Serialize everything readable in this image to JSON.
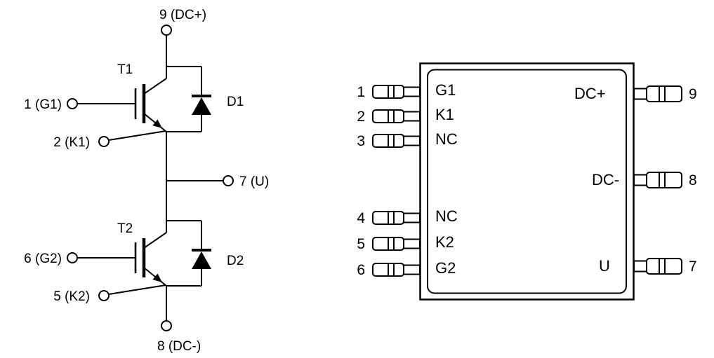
{
  "schematic": {
    "terminals": {
      "dc_plus": "9 (DC+)",
      "gate1": "1 (G1)",
      "kelvin1": "2 (K1)",
      "output": "7 (U)",
      "gate2": "6 (G2)",
      "kelvin2": "5 (K2)",
      "dc_minus": "8 (DC-)"
    },
    "devices": {
      "t1": "T1",
      "d1": "D1",
      "t2": "T2",
      "d2": "D2"
    }
  },
  "package": {
    "left_pins": [
      {
        "number": "1",
        "label": "G1"
      },
      {
        "number": "2",
        "label": "K1"
      },
      {
        "number": "3",
        "label": "NC"
      },
      {
        "number": "4",
        "label": "NC"
      },
      {
        "number": "5",
        "label": "K2"
      },
      {
        "number": "6",
        "label": "G2"
      }
    ],
    "right_pins": [
      {
        "number": "9",
        "label": "DC+"
      },
      {
        "number": "8",
        "label": "DC-"
      },
      {
        "number": "7",
        "label": "U"
      }
    ]
  },
  "colors": {
    "line": "#000000",
    "background": "#ffffff"
  }
}
